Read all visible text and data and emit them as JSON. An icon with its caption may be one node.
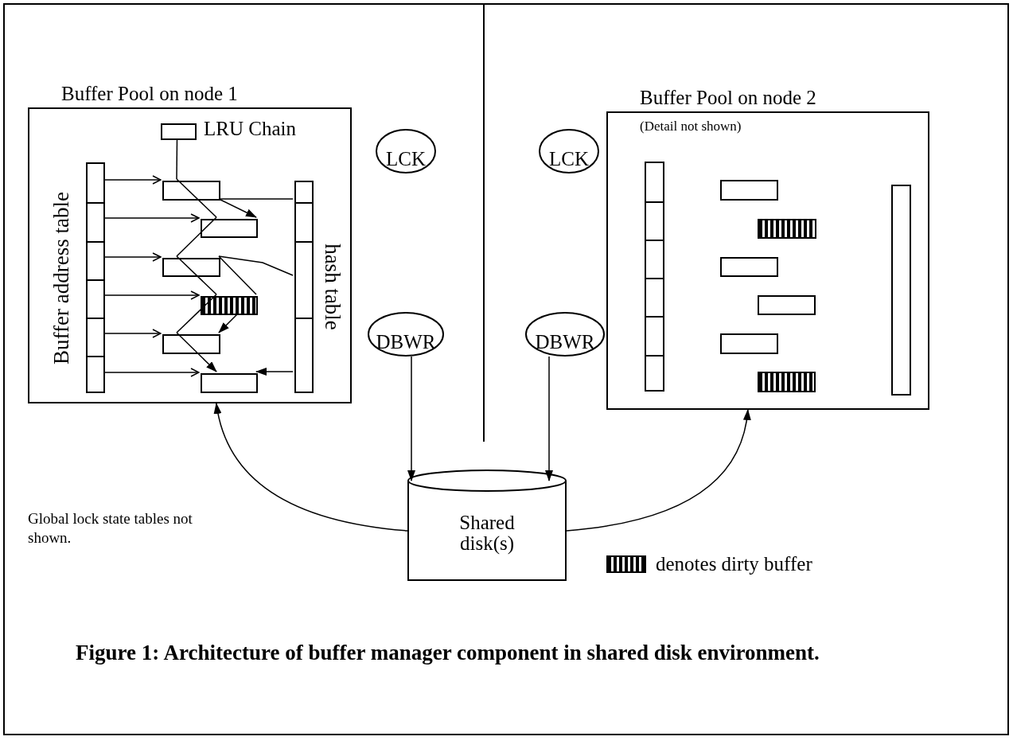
{
  "diagram": {
    "caption": "Figure 1: Architecture of buffer manager component in shared disk environment.",
    "nodes": [
      {
        "text": [
          "Buffer Pool on node 1"
        ]
      },
      {
        "text": [],
        "shape": "box",
        "beside": [
          "LRU Chain"
        ],
        "in": 0
      },
      {
        "text": [],
        "shape": "box",
        "beside": [
          "Buffer address table"
        ],
        "in": 0
      },
      {
        "text": [],
        "shape": "box",
        "beside": [
          "hash table"
        ],
        "in": 0
      },
      {
        "text": [],
        "shape": "box",
        "in": 0
      },
      {
        "text": [],
        "shape": "box",
        "in": 0
      },
      {
        "text": [],
        "shape": "box",
        "in": 0
      },
      {
        "text": [],
        "shape": "box",
        "in": 0
      },
      {
        "text": [],
        "shape": "box",
        "in": 0
      },
      {
        "text": [],
        "shape": "box",
        "in": 0
      },
      {
        "text": [
          "LCK"
        ]
      },
      {
        "text": [
          "DBWR"
        ]
      },
      {
        "text": [
          "LCK"
        ]
      },
      {
        "text": [
          "DBWR"
        ]
      },
      {
        "text": [
          "Buffer Pool on node 2",
          "(Detail not shown)"
        ]
      },
      {
        "text": [],
        "shape": "box",
        "in": 14
      },
      {
        "text": [],
        "shape": "box",
        "in": 14
      },
      {
        "text": [],
        "shape": "box",
        "in": 14
      },
      {
        "text": [],
        "shape": "box",
        "in": 14
      },
      {
        "text": [],
        "shape": "box",
        "in": 14
      },
      {
        "text": [],
        "shape": "box",
        "in": 14
      },
      {
        "text": [],
        "shape": "box",
        "in": 14
      },
      {
        "text": [],
        "shape": "box",
        "in": 14
      },
      {
        "text": [
          "Shared disk(s)"
        ]
      }
    ],
    "edges": [
      {
        "from": 1,
        "to": 4,
        "arrow": "none"
      },
      {
        "from": 4,
        "to": 5,
        "arrow": "none"
      },
      {
        "from": 5,
        "to": 6,
        "arrow": "none"
      },
      {
        "from": 6,
        "to": 7,
        "arrow": "none"
      },
      {
        "from": 7,
        "to": 8,
        "arrow": "none"
      },
      {
        "from": 8,
        "to": 9,
        "arrow": "to"
      },
      {
        "from": 3,
        "to": 4,
        "arrow": "none"
      },
      {
        "from": 4,
        "to": 5,
        "arrow": "to"
      },
      {
        "from": 3,
        "to": 6,
        "arrow": "none"
      },
      {
        "from": 6,
        "to": 7,
        "arrow": "none"
      },
      {
        "from": 7,
        "to": 8,
        "arrow": "to"
      },
      {
        "from": 3,
        "to": 9,
        "arrow": "to"
      },
      {
        "from": 2,
        "to": 4,
        "arrow": "to"
      },
      {
        "from": 2,
        "to": 5,
        "arrow": "to"
      },
      {
        "from": 2,
        "to": 6,
        "arrow": "to"
      },
      {
        "from": 2,
        "to": 7,
        "arrow": "to"
      },
      {
        "from": 2,
        "to": 8,
        "arrow": "to"
      },
      {
        "from": 2,
        "to": 9,
        "arrow": "to"
      },
      {
        "from": 11,
        "to": 23,
        "arrow": "to"
      },
      {
        "from": 13,
        "to": 23,
        "arrow": "to"
      },
      {
        "from": 23,
        "to": 0,
        "arrow": "to"
      },
      {
        "from": 23,
        "to": 14,
        "arrow": "to"
      }
    ],
    "labels": [
      "Global lock state tables not shown."
    ],
    "legend": [
      {
        "text": "denotes dirty buffer"
      }
    ]
  }
}
